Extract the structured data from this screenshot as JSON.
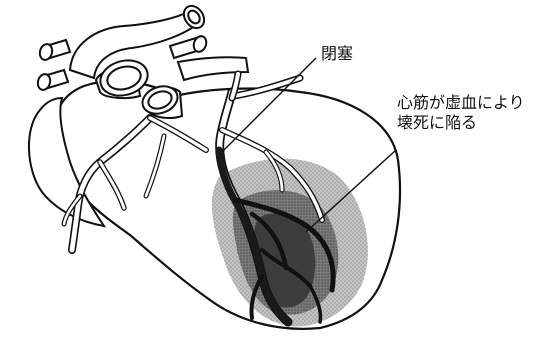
{
  "labels": {
    "occlusion": "閉塞",
    "necrosis_line1": "心筋が虚血により",
    "necrosis_line2": "壊死に陥る"
  },
  "colors": {
    "outline": "#111111",
    "heart_fill": "#ffffff",
    "necrosis_outer": "#b9b9b9",
    "necrosis_mid": "#808080",
    "necrosis_core": "#3d3d3d",
    "occluded_segment": "#1a1a1a"
  }
}
